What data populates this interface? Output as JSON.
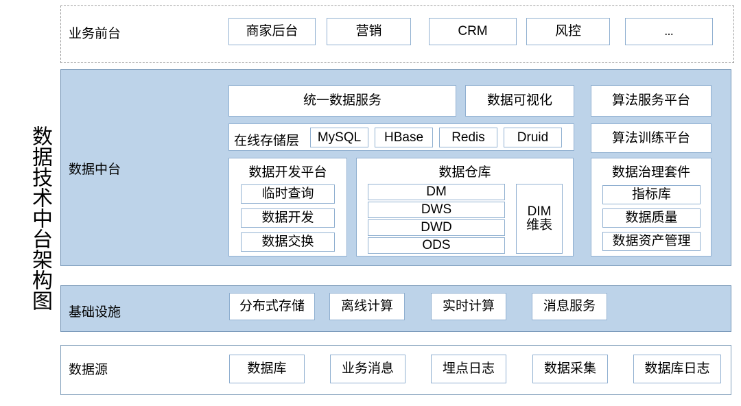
{
  "diagram": {
    "vertical_title": "数据技术中台架构图",
    "colors": {
      "band_blue": "#bdd3e9",
      "band_border_blue": "#7394b5",
      "box_border": "#8fafd0",
      "band_dashed_border": "#9a9a9a",
      "white": "#ffffff"
    },
    "rows": [
      {
        "id": "business-front",
        "label": "业务前台",
        "style": "dashed-white",
        "items": [
          "商家后台",
          "营销",
          "CRM",
          "风控",
          "..."
        ]
      },
      {
        "id": "data-middle-platform",
        "label": "数据中台",
        "style": "blue"
      },
      {
        "id": "infrastructure",
        "label": "基础设施",
        "style": "blue",
        "items": [
          "分布式存储",
          "离线计算",
          "实时计算",
          "消息服务"
        ]
      },
      {
        "id": "data-source",
        "label": "数据源",
        "style": "solid-white",
        "items": [
          "数据库",
          "业务消息",
          "埋点日志",
          "数据采集",
          "数据库日志"
        ]
      }
    ],
    "middle_platform": {
      "unified_data_service": "统一数据服务",
      "data_visualization": "数据可视化",
      "algorithm_service_platform": "算法服务平台",
      "algorithm_training_platform": "算法训练平台",
      "online_storage": {
        "label": "在线存储层",
        "engines": [
          "MySQL",
          "HBase",
          "Redis",
          "Druid"
        ]
      },
      "data_dev_platform": {
        "title": "数据开发平台",
        "items": [
          "临时查询",
          "数据开发",
          "数据交换"
        ]
      },
      "data_warehouse": {
        "title": "数据仓库",
        "layers": [
          "DM",
          "DWS",
          "DWD",
          "ODS"
        ],
        "dim": {
          "line1": "DIM",
          "line2": "维表"
        }
      },
      "data_governance": {
        "title": "数据治理套件",
        "items": [
          "指标库",
          "数据质量",
          "数据资产管理"
        ]
      }
    }
  }
}
